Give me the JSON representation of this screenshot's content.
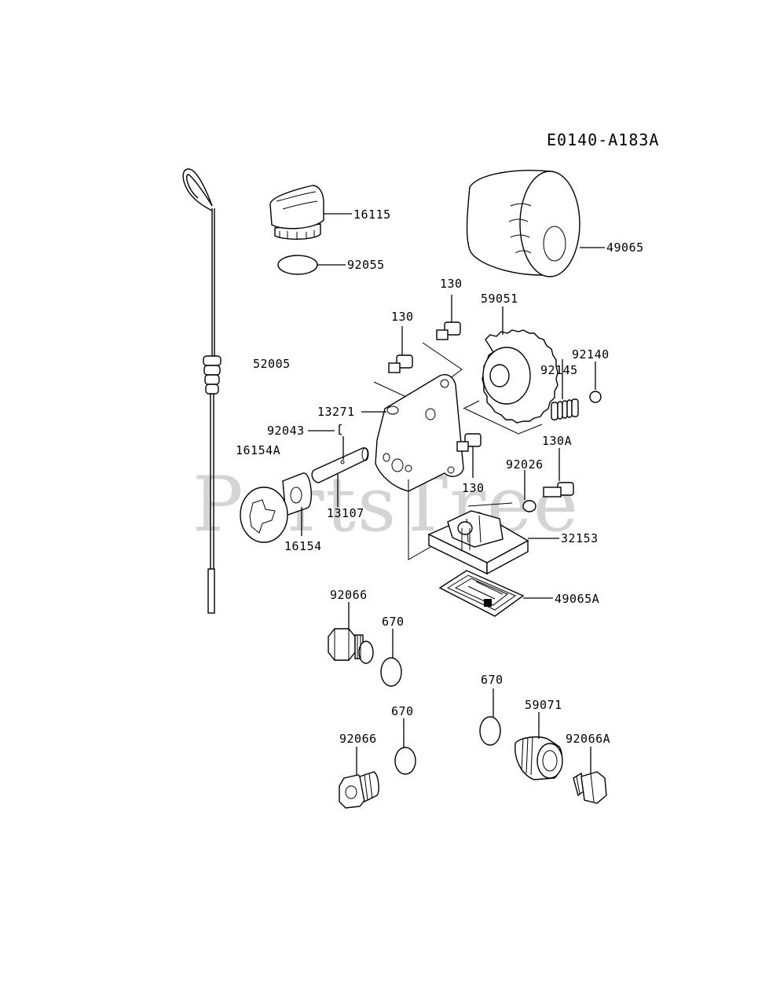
{
  "diagram_code": "E0140-A183A",
  "watermark": "PartsTree",
  "parts": {
    "dipstick": "52005",
    "oil_cap": "16115",
    "cap_oring": "92055",
    "oil_filter": "49065",
    "gear": "59051",
    "bolt_top": "130",
    "bolt_left": "130",
    "bolt_mid": "130",
    "bolt_a": "130A",
    "ball": "92140",
    "spring": "92145",
    "pin_13271": "13271",
    "clip": "92043",
    "rotor_assy": "16154A",
    "shaft": "13107",
    "rotor": "16154",
    "relief": "92026",
    "strainer": "32153",
    "screen": "49065A",
    "plug_1": "92066",
    "oring_1": "670",
    "oring_2": "670",
    "oring_3": "670",
    "plug_2": "92066",
    "fitting": "59071",
    "plug_a": "92066A"
  }
}
